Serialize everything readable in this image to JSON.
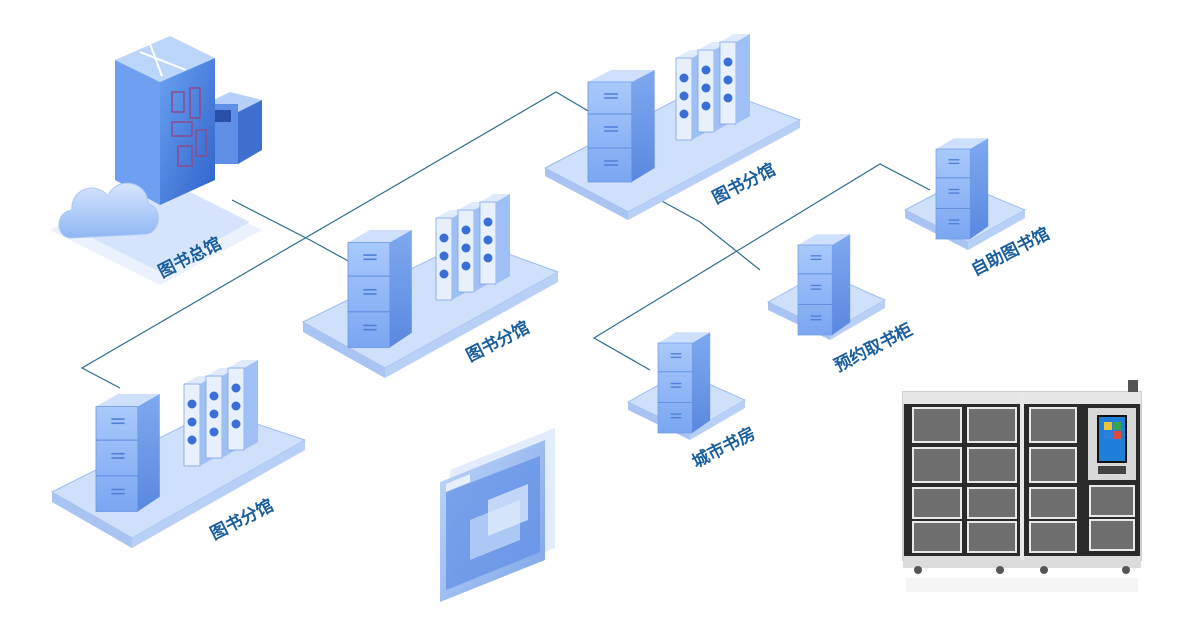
{
  "nodes": {
    "central_library": {
      "label": "图书总馆",
      "icon": "data-center-icon"
    },
    "branch_top": {
      "label": "图书分馆",
      "icon": "server-rack-icon"
    },
    "branch_middle": {
      "label": "图书分馆",
      "icon": "server-rack-icon"
    },
    "branch_bottom": {
      "label": "图书分馆",
      "icon": "server-rack-icon"
    },
    "self_service_library": {
      "label": "自助图书馆",
      "icon": "server-icon"
    },
    "reservation_locker": {
      "label": "预约取书柜",
      "icon": "server-icon"
    },
    "city_bookhouse": {
      "label": "城市书房",
      "icon": "server-icon"
    }
  },
  "decorations": {
    "screen_panel": {
      "icon": "display-panel-icon"
    },
    "book_locker_photo": {
      "icon": "book-locker-cabinet-icon"
    }
  },
  "colors": {
    "line": "#2f6f8f",
    "platform_top": "#cfe0fb",
    "platform_side": "#a9c4f3",
    "cabinet_front": "#8fb7f7",
    "cabinet_side": "#6b9ae8",
    "cabinet_top": "#c7dcfc",
    "label": "#1a5f9c"
  }
}
